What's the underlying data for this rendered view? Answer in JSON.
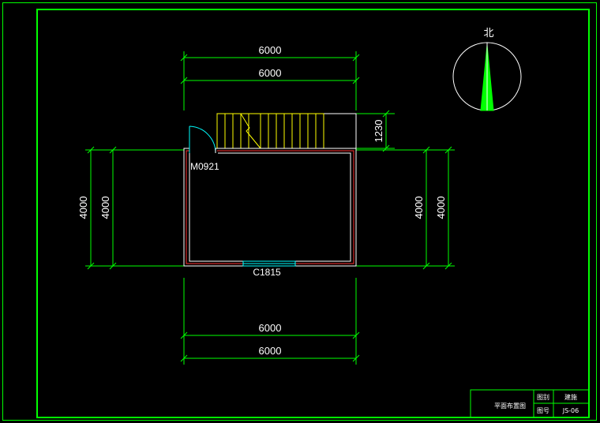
{
  "drawing": {
    "dims": {
      "top_outer": "6000",
      "top_inner": "6000",
      "bottom_inner": "6000",
      "bottom_outer": "6000",
      "left_outer": "4000",
      "left_inner": "4000",
      "right_inner": "4000",
      "right_outer": "4000",
      "stair": "1230"
    },
    "labels": {
      "door": "M0921",
      "window": "C1815"
    },
    "north": {
      "label": "北"
    },
    "title_block": {
      "drawing_name": "平面布置图",
      "cell_drawing_label": "图别",
      "cell_drawing_value": "建施",
      "cell_number_label": "图号",
      "cell_number_value": "JS-06"
    }
  },
  "colors": {
    "frame": "#00ff00",
    "dimension_lines": "#00ff00",
    "wall_outer": "#ffffff",
    "wall_inner": "#ff3030",
    "stair": "#ffff00",
    "window": "#00ffff",
    "north_needle": "#00ff00"
  }
}
